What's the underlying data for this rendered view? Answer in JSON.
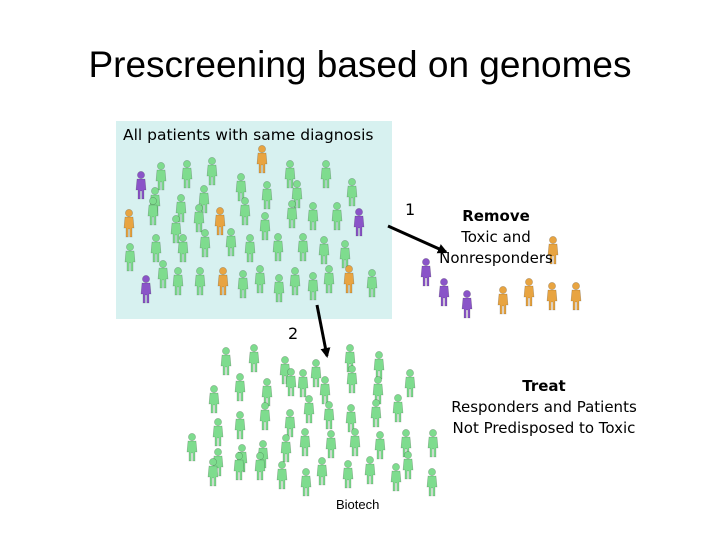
{
  "title": "Prescreening based on genomes",
  "pool_label": "All patients with same diagnosis",
  "step1": "1",
  "step2": "2",
  "remove": {
    "heading": "Remove",
    "line1": "Toxic and",
    "line2": "Nonresponders"
  },
  "treat": {
    "heading": "Treat",
    "line1": "Responders and Patients",
    "line2": "Not Predisposed to Toxic"
  },
  "source": "Biotech",
  "colors": {
    "responder": "#7edc8e",
    "toxic": "#8a54c8",
    "nonresponder": "#e8a441",
    "pool_background": "#d7f1f0",
    "arrow": "#000000"
  }
}
